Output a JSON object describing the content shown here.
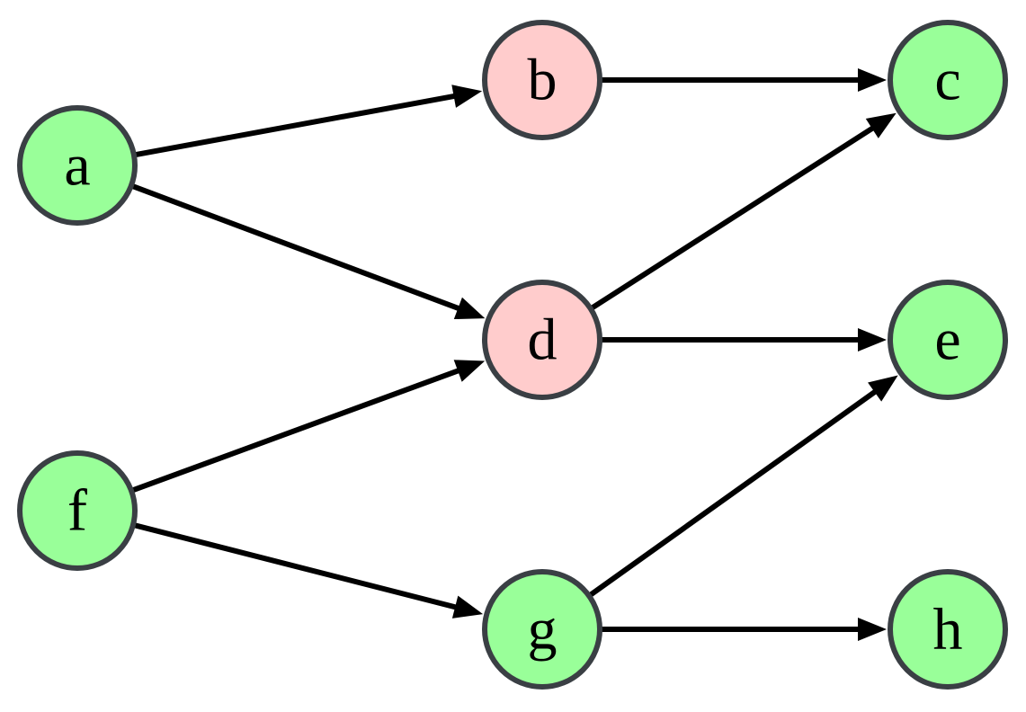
{
  "diagram": {
    "nodes": [
      {
        "id": "a",
        "label": "a",
        "fill": "#99ff99"
      },
      {
        "id": "b",
        "label": "b",
        "fill": "#ffcccc"
      },
      {
        "id": "c",
        "label": "c",
        "fill": "#99ff99"
      },
      {
        "id": "d",
        "label": "d",
        "fill": "#ffcccc"
      },
      {
        "id": "e",
        "label": "e",
        "fill": "#99ff99"
      },
      {
        "id": "f",
        "label": "f",
        "fill": "#99ff99"
      },
      {
        "id": "g",
        "label": "g",
        "fill": "#99ff99"
      },
      {
        "id": "h",
        "label": "h",
        "fill": "#99ff99"
      }
    ],
    "edges": [
      {
        "from": "a",
        "to": "b"
      },
      {
        "from": "a",
        "to": "d"
      },
      {
        "from": "b",
        "to": "c"
      },
      {
        "from": "d",
        "to": "c"
      },
      {
        "from": "d",
        "to": "e"
      },
      {
        "from": "f",
        "to": "d"
      },
      {
        "from": "f",
        "to": "g"
      },
      {
        "from": "g",
        "to": "e"
      },
      {
        "from": "g",
        "to": "h"
      }
    ],
    "colors": {
      "node_stroke": "#3a3f44",
      "edge": "#000000",
      "highlight_fill": "#ffcccc",
      "normal_fill": "#99ff99"
    }
  }
}
